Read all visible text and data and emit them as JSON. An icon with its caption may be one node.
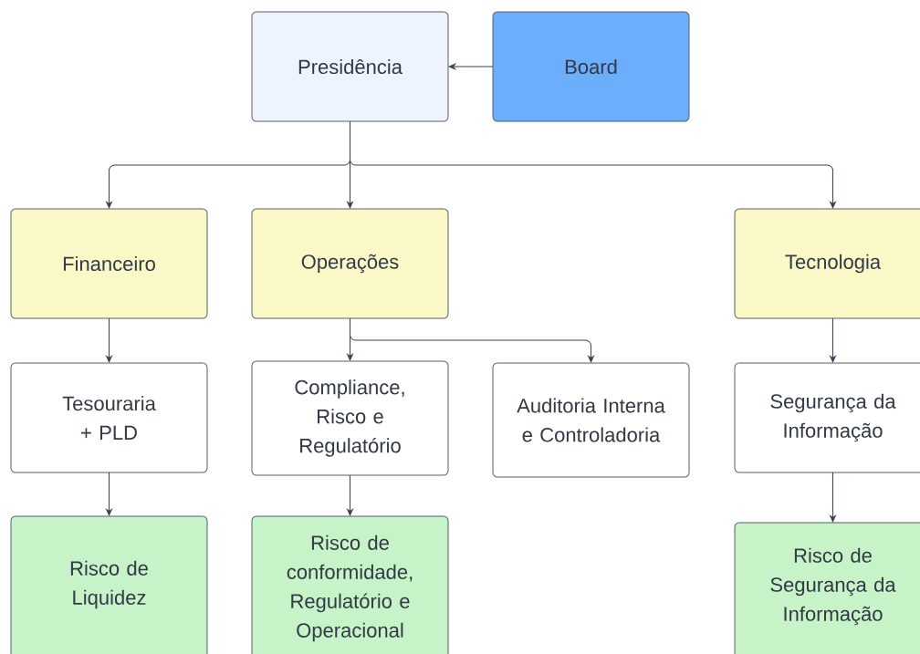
{
  "diagram": {
    "nodes": [
      {
        "text": [
          "Presidência"
        ]
      },
      {
        "text": [
          "Board"
        ]
      },
      {
        "text": [
          "Financeiro"
        ]
      },
      {
        "text": [
          "Operações"
        ]
      },
      {
        "text": [
          "Tecnologia"
        ]
      },
      {
        "text": [
          "Tesouraria + PLD"
        ]
      },
      {
        "text": [
          "Compliance, Risco e Regulatório"
        ]
      },
      {
        "text": [
          "Auditoria Interna e Controladoria"
        ]
      },
      {
        "text": [
          "Segurança da Informação"
        ]
      },
      {
        "text": [
          "Risco de Liquidez"
        ]
      },
      {
        "text": [
          "Risco de conformidade, Regulatório e Operacional"
        ]
      },
      {
        "text": [
          "Risco de Segurança da Informação"
        ]
      }
    ],
    "edges": [
      {
        "from": 1,
        "to": 0,
        "arrow": "to"
      },
      {
        "from": 0,
        "to": 2,
        "arrow": "to"
      },
      {
        "from": 0,
        "to": 3,
        "arrow": "to"
      },
      {
        "from": 0,
        "to": 4,
        "arrow": "to"
      },
      {
        "from": 2,
        "to": 5,
        "arrow": "to"
      },
      {
        "from": 3,
        "to": 6,
        "arrow": "to"
      },
      {
        "from": 3,
        "to": 7,
        "arrow": "to"
      },
      {
        "from": 4,
        "to": 8,
        "arrow": "to"
      },
      {
        "from": 5,
        "to": 9,
        "arrow": "to"
      },
      {
        "from": 6,
        "to": 10,
        "arrow": "to"
      },
      {
        "from": 8,
        "to": 11,
        "arrow": "to"
      }
    ]
  }
}
